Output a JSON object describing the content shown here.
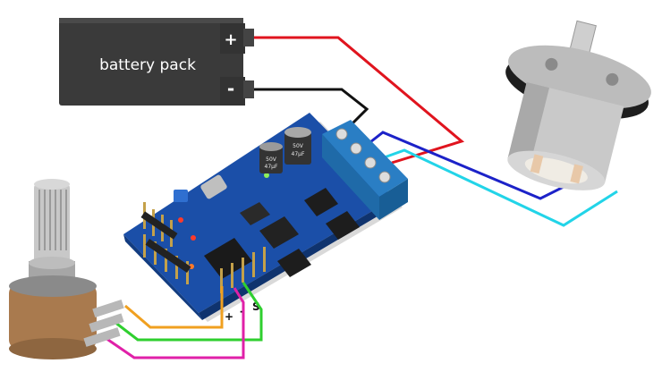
{
  "battery": {
    "label": "battery pack",
    "positive": "+",
    "negative": "-"
  },
  "controller": {
    "pins": {
      "plus": "+",
      "minus": "-",
      "signal": "S"
    },
    "capacitor_text": [
      "50V",
      "47µF"
    ]
  },
  "colors": {
    "battery_body": "#3c3c3c",
    "positive_wire": "#e0141e",
    "negative_wire": "#111111",
    "motor_wire_blue": "#1c22c8",
    "motor_wire_cyan": "#22d4e8",
    "pot_plus_wire": "#f0a020",
    "pot_minus_wire": "#2fcf2f",
    "pot_signal_wire": "#e020a8",
    "board": "#1b4fa8",
    "terminal_block": "#2f86c8",
    "pot_body": "#a97a4e",
    "motor_can": "#c9c9c9"
  },
  "icons": [
    "battery-pack-icon",
    "motor-controller-board-icon",
    "dc-gearmotor-icon",
    "potentiometer-icon"
  ]
}
